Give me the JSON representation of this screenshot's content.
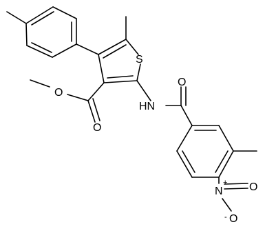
{
  "labels": {
    "sulfur": "S",
    "amide_nh": "HN",
    "amide_oxygen": "O",
    "ester_carbonyl_oxygen": "O",
    "ester_ether_oxygen": "O",
    "nitro_nitrogen": "N",
    "nitro_nitrogen_charge": "+",
    "nitro_oxygen_top": "O",
    "nitro_oxygen_bottom": "O",
    "nitro_oxygen_charge": "-"
  }
}
